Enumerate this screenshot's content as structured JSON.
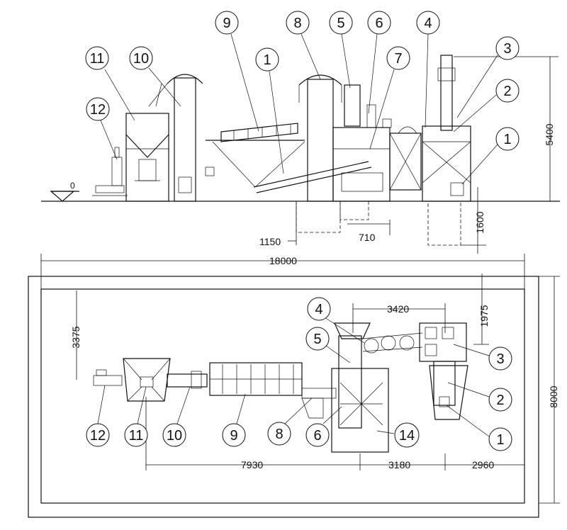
{
  "elevation_view": {
    "ground_label": "0",
    "callouts": [
      "11",
      "10",
      "12",
      "9",
      "1",
      "8",
      "5",
      "6",
      "7",
      "4",
      "3",
      "2",
      "1"
    ],
    "dimensions": {
      "height": "5400",
      "pit_depth": "1600",
      "pit_width_a": "1150",
      "pit_width_b": "710"
    }
  },
  "plan_view": {
    "callouts": [
      "4",
      "5",
      "3",
      "2",
      "1",
      "12",
      "11",
      "10",
      "9",
      "8",
      "6",
      "14"
    ],
    "dimensions": {
      "overall_length": "18000",
      "overall_width": "8000",
      "offset_top": "1975",
      "offset_left": "3375",
      "span_top": "3420",
      "seg_1": "7930",
      "seg_2": "3180",
      "seg_3": "2960"
    }
  },
  "colors": {
    "line": "#111111",
    "background": "#ffffff"
  }
}
